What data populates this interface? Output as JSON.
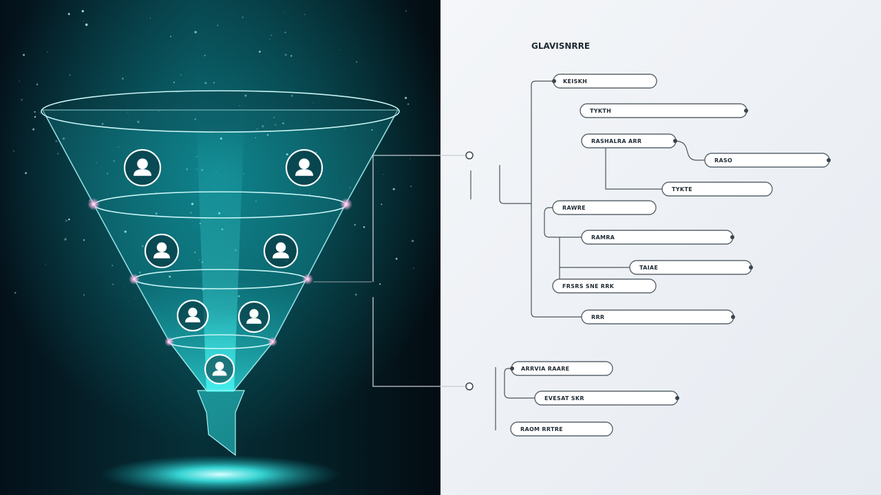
{
  "title": "GLAVISNRRE",
  "tree_nodes": [
    {
      "label": "KEISKH"
    },
    {
      "label": "TYKTH"
    },
    {
      "label": "RASHALRA ARR"
    },
    {
      "label": "RASO"
    },
    {
      "label": "TYKTE"
    },
    {
      "label": "RAWRE"
    },
    {
      "label": "RAMRA"
    },
    {
      "label": "TAIAE"
    },
    {
      "label": "FRSRS SNE RRK"
    },
    {
      "label": "RRR"
    }
  ],
  "bottom_nodes": [
    {
      "label": "ARRVIA RAARE"
    },
    {
      "label": "EVESAT SKR"
    },
    {
      "label": "RAOM RRTRE"
    }
  ],
  "funnel": {
    "person_icons": 7,
    "accent_color": "#27d3d6",
    "ring_glow_color": "#f0a6d8"
  },
  "colors": {
    "left_bg": "#04131c",
    "right_bg": "#eef1f5",
    "line": "#4a545c"
  }
}
